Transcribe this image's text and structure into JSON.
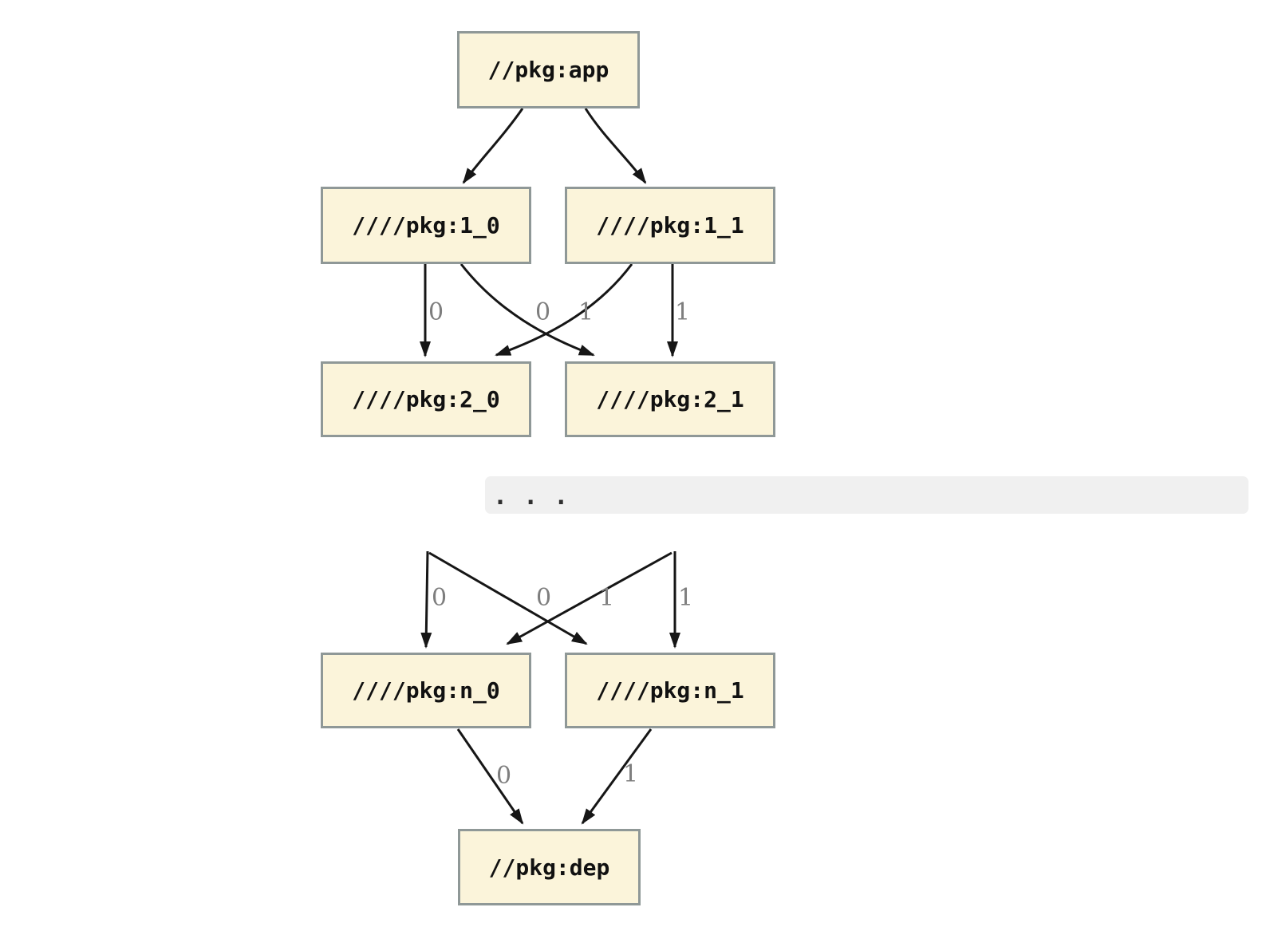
{
  "diagram": {
    "type": "dependency-graph",
    "nodes": {
      "app": {
        "label": "//pkg:app"
      },
      "l1_0": {
        "label": "////pkg:1_0"
      },
      "l1_1": {
        "label": "////pkg:1_1"
      },
      "l2_0": {
        "label": "////pkg:2_0"
      },
      "l2_1": {
        "label": "////pkg:2_1"
      },
      "ln_0": {
        "label": "////pkg:n_0"
      },
      "ln_1": {
        "label": "////pkg:n_1"
      },
      "dep": {
        "label": "//pkg:dep"
      }
    },
    "edges": [
      {
        "from": "//pkg:app",
        "to": "////pkg:1_0",
        "label": ""
      },
      {
        "from": "//pkg:app",
        "to": "////pkg:1_1",
        "label": ""
      },
      {
        "from": "////pkg:1_0",
        "to": "////pkg:2_0",
        "label": "0"
      },
      {
        "from": "////pkg:1_0",
        "to": "////pkg:2_1",
        "label": "0"
      },
      {
        "from": "////pkg:1_1",
        "to": "////pkg:2_0",
        "label": "1"
      },
      {
        "from": "////pkg:1_1",
        "to": "////pkg:2_1",
        "label": "1"
      },
      {
        "from": "...",
        "to": "////pkg:n_0",
        "label": "0"
      },
      {
        "from": "...",
        "to": "////pkg:n_1",
        "label": "0"
      },
      {
        "from": "...",
        "to": "////pkg:n_0",
        "label": "1"
      },
      {
        "from": "...",
        "to": "////pkg:n_1",
        "label": "1"
      },
      {
        "from": "////pkg:n_0",
        "to": "//pkg:dep",
        "label": "0"
      },
      {
        "from": "////pkg:n_1",
        "to": "//pkg:dep",
        "label": "1"
      }
    ],
    "ellipsis": ". . .",
    "colors": {
      "node_fill": "#fbf4da",
      "node_border": "#8f9897",
      "edge": "#161616",
      "edge_label": "#7e7e7e",
      "ellipsis_band": "#f0f0f0"
    }
  }
}
